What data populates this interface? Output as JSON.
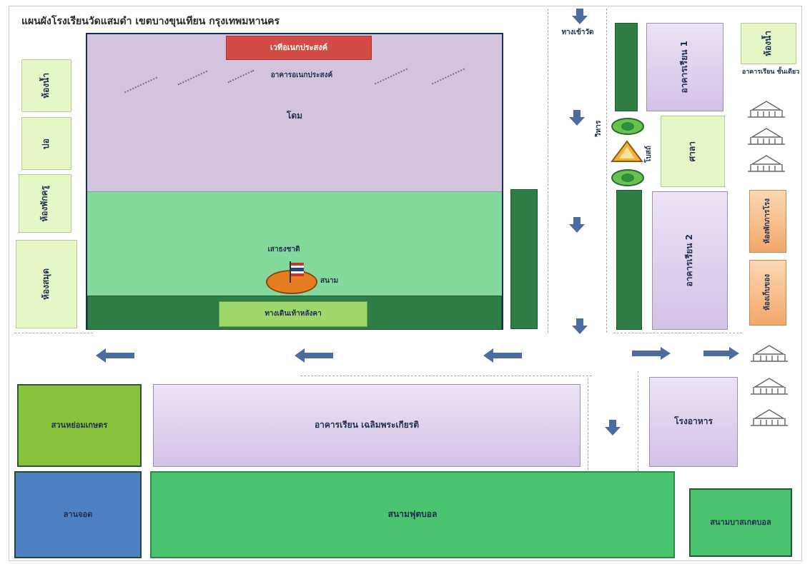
{
  "title": "แผนผังโรงเรียนวัดแสมดำ  เขตบางขุนเทียน  กรุงเทพมหานคร",
  "main_area": {
    "stage_label": "เวทีอเนกประสงค์",
    "subtitle": "อาคารอเนกประสงค์",
    "court_label": "โดม",
    "flag_label": "เสาธงชาติ",
    "pond_label": "สนาม",
    "walk_label": "ทางเดินเท้าหลังคา"
  },
  "left_buildings": [
    {
      "label": "ห้องน้ำ"
    },
    {
      "label": "บ่อ"
    },
    {
      "label": "ห้องพักครู"
    },
    {
      "label": "ห้องสมุด"
    }
  ],
  "road_label": "ทางเข้าวัด",
  "right_area": {
    "col_label": "วิหาร",
    "upper_building": "อาคารเรียน 1",
    "shrine_label": "โบสถ์",
    "pavilion": "ศาลา",
    "lower_building": "อาคารเรียน 2",
    "top_right": "ห้องน้ำ",
    "temple_caption": "อาคารเรียน ชั้นเดียว",
    "orange_1": "ห้องพักภารโรง",
    "orange_2": "ห้องเก็บของ"
  },
  "bottom": {
    "lime_box": "สวนหย่อมเกษตร",
    "long_bar": "อาคารเรียน  เฉลิมพระเกียรติ",
    "right_bar": "โรงอาหาร",
    "blue_box": "ลานจอด",
    "field": "สนามฟุตบอล",
    "right_green": "สนามบาสเกตบอล"
  },
  "colors": {
    "court_top": "#d4c3dc",
    "court_bottom": "#83d99c",
    "dark_green": "#2f7d46",
    "stage_red": "#d24b45"
  }
}
